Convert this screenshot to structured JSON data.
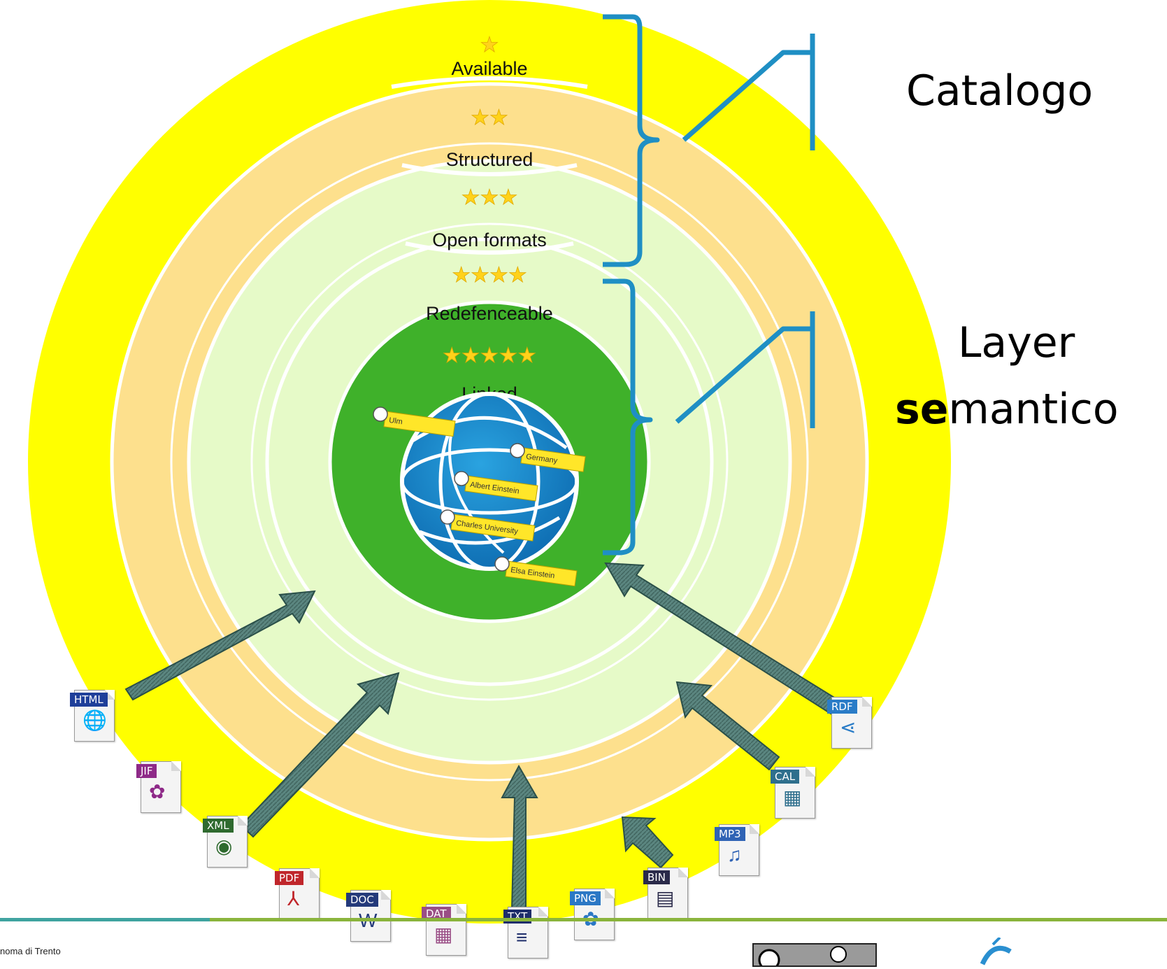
{
  "rings": [
    {
      "stars": 1,
      "label": "Available"
    },
    {
      "stars": 2,
      "label": "Structured"
    },
    {
      "stars": 3,
      "label": "Open formats"
    },
    {
      "stars": 4,
      "label": "Redefenceable"
    },
    {
      "stars": 5,
      "label": "Linked"
    }
  ],
  "groups": {
    "catalogo": "Catalogo",
    "layer_line1": "Layer",
    "layer_line2_bold": "se",
    "layer_line2_rest": "mantico"
  },
  "globe_nodes": [
    "Ulm",
    "Germany",
    "Albert Einstein",
    "Charles University",
    "Elsa Einstein"
  ],
  "files": [
    {
      "tag": "HTML",
      "color": "#1f3f9a",
      "icon": "browser-icon"
    },
    {
      "tag": "JIF",
      "color": "#8e2a88",
      "icon": "image-icon"
    },
    {
      "tag": "XML",
      "color": "#2f6a2f",
      "icon": "globe-icon"
    },
    {
      "tag": "PDF",
      "color": "#c0262b",
      "icon": "pdf-icon"
    },
    {
      "tag": "DOC",
      "color": "#243a7a",
      "icon": "word-icon"
    },
    {
      "tag": "DAT",
      "color": "#9a4e86",
      "icon": "table-icon"
    },
    {
      "tag": "TXT",
      "color": "#1e2d6a",
      "icon": "text-icon"
    },
    {
      "tag": "PNG",
      "color": "#2b78c5",
      "icon": "image-icon"
    },
    {
      "tag": "BIN",
      "color": "#2a2a4a",
      "icon": "binary-icon"
    },
    {
      "tag": "MP3",
      "color": "#2f63b5",
      "icon": "audio-icon"
    },
    {
      "tag": "CAL",
      "color": "#2e6f8d",
      "icon": "calendar-icon"
    },
    {
      "tag": "RDF",
      "color": "#2a7cc7",
      "icon": "rdf-icon"
    }
  ],
  "footer": {
    "text": "noma di Trento"
  },
  "colors": {
    "yellow": "#ffff00",
    "orange": "#fde08d",
    "lightgreen": "#e6fac8",
    "green": "#3fb12a",
    "bracket": "#1f8fc4",
    "arrow": "#4e7a73"
  }
}
